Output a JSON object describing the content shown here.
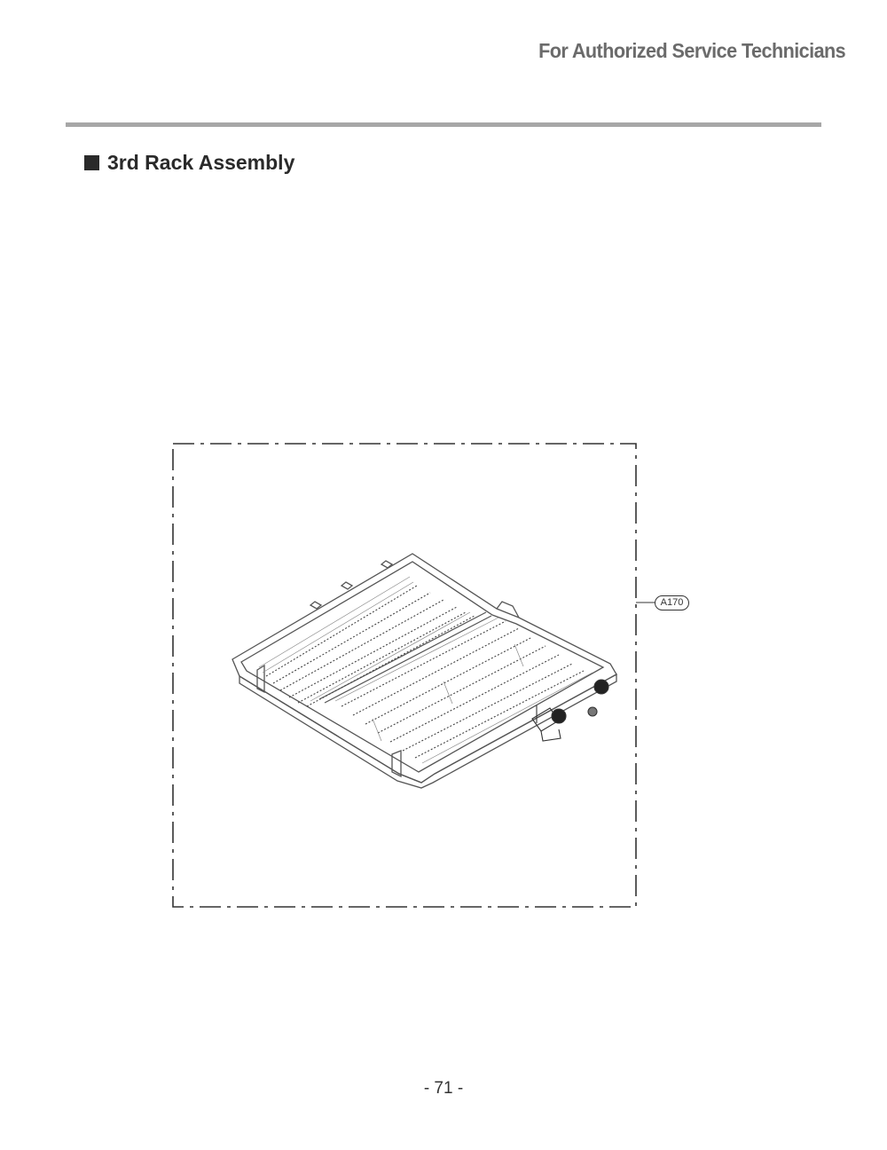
{
  "header": {
    "title": "For Authorized Service Technicians"
  },
  "section": {
    "title": "3rd Rack Assembly"
  },
  "figure": {
    "part_callout": "A170"
  },
  "footer": {
    "page_number": "- 71 -"
  },
  "colors": {
    "header_text": "#6b6b6b",
    "rule": "#a7a7a7",
    "heading_text": "#2a2a2a",
    "line_art": "#555555"
  },
  "icons": {
    "bullet": "black-square-bullet-icon"
  }
}
